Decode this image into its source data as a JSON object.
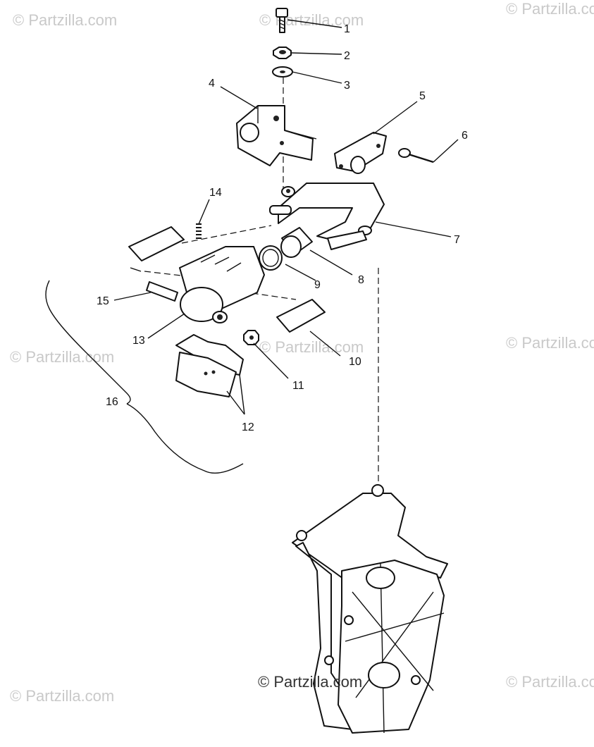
{
  "watermark": {
    "text": "© Partzilla.com"
  },
  "callouts": {
    "c1": "1",
    "c2": "2",
    "c3": "3",
    "c4": "4",
    "c5": "5",
    "c6": "6",
    "c7": "7",
    "c8": "8",
    "c9": "9",
    "c10": "10",
    "c11": "11",
    "c12": "12",
    "c13": "13",
    "c14": "14",
    "c15": "15",
    "c16": "16"
  },
  "colors": {
    "line": "#111111",
    "watermark": "#c9c9c9",
    "background": "#ffffff"
  }
}
